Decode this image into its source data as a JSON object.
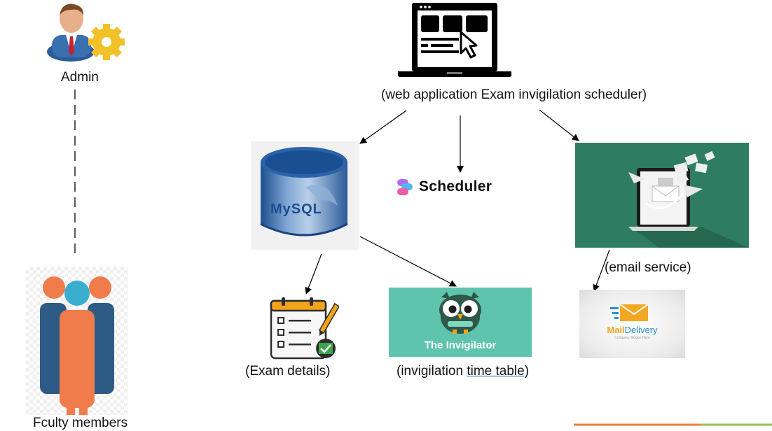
{
  "nodes": {
    "admin": {
      "label": "Admin",
      "icon": "admin-person-gear-icon"
    },
    "faculty": {
      "label": "Fculty members",
      "icon": "faculty-group-icon"
    },
    "webapp": {
      "label": "(web application Exam invigilation  scheduler)",
      "icon": "laptop-browser-cursor-icon"
    },
    "mysql": {
      "label": "MySQL",
      "icon": "mysql-database-icon"
    },
    "scheduler": {
      "label": "Scheduler",
      "icon": "scheduler-logo-icon"
    },
    "email": {
      "label": "(email service)",
      "icon": "laptop-email-icon"
    },
    "exam_details": {
      "label": "(Exam details)",
      "icon": "checklist-clipboard-icon"
    },
    "invigilator": {
      "title": "The Invigilator",
      "icon": "owl-icon"
    },
    "timetable": {
      "label_prefix": "(invigilation ",
      "label_link": "time table",
      "label_suffix": ")"
    },
    "mail_delivery": {
      "brand_a": "Mail",
      "brand_b": "Delivery",
      "tagline": "Company Slogan Here",
      "icon": "mail-delivery-logo-icon"
    }
  },
  "colors": {
    "email_bg": "#2e7d62",
    "invigilator_bg": "#5fc4ad",
    "footer_orange": "#ed7d31",
    "footer_green": "#92c353",
    "faculty_orange": "#f07c4c",
    "faculty_teal": "#3aaecf",
    "faculty_navy": "#2e5b85"
  }
}
